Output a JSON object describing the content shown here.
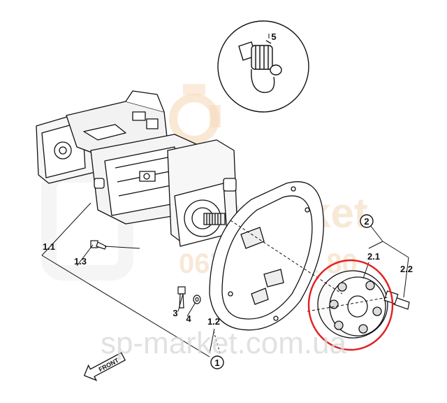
{
  "watermark": {
    "brand": "market",
    "phone": "067 171 21 80",
    "site": "sp-market.com.ua",
    "color": "#f3d6b5"
  },
  "labels": {
    "l1": "1",
    "l1_1": "1.1",
    "l1_2": "1.2",
    "l1_3": "1.3",
    "l2": "2",
    "l2_1": "2.1",
    "l2_2": "2.2",
    "l3": "3",
    "l4": "4",
    "l5": "5"
  },
  "front_arrow": "FRONT",
  "highlight_color": "#e02020",
  "line_color": "#111111"
}
